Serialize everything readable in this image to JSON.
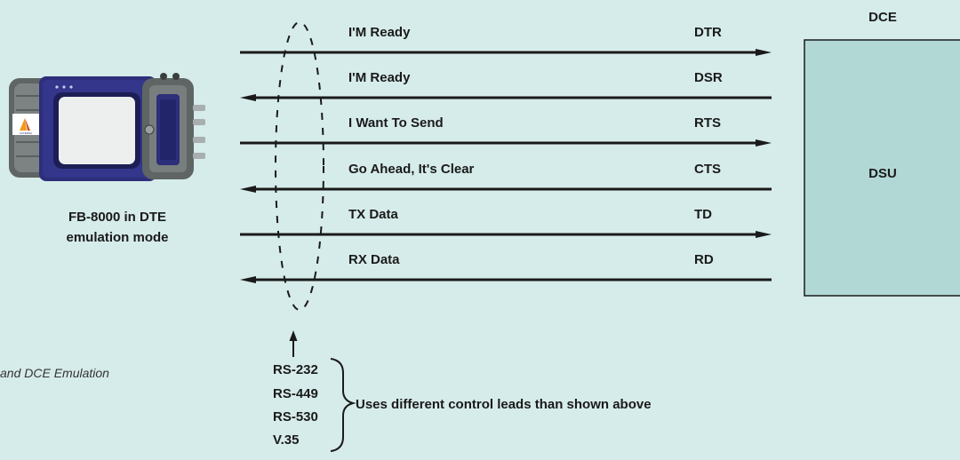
{
  "diagram": {
    "dce_label": "DCE",
    "dsu_label": "DSU",
    "device_caption_line1": "FB-8000 in DTE",
    "device_caption_line2": "emulation mode",
    "device_logo_text": "ACTERNA",
    "side_caption": "and DCE Emulation",
    "signals": [
      {
        "description": "I'M Ready",
        "code": "DTR",
        "direction": "to-dce"
      },
      {
        "description": "I'M Ready",
        "code": "DSR",
        "direction": "to-dte"
      },
      {
        "description": "I Want To Send",
        "code": "RTS",
        "direction": "to-dce"
      },
      {
        "description": "Go Ahead, It's Clear",
        "code": "CTS",
        "direction": "to-dte"
      },
      {
        "description": "TX Data",
        "code": "TD",
        "direction": "to-dce"
      },
      {
        "description": "RX Data",
        "code": "RD",
        "direction": "to-dte"
      }
    ],
    "interfaces": [
      "RS-232",
      "RS-449",
      "RS-530",
      "V.35"
    ],
    "interfaces_note": "Uses different control leads than shown above"
  },
  "colors": {
    "background": "#d6ecea",
    "dsu_fill": "#b2d8d6",
    "line": "#1a1a1a",
    "device_body": "#2d2f7a",
    "device_grip": "#6b7170"
  }
}
